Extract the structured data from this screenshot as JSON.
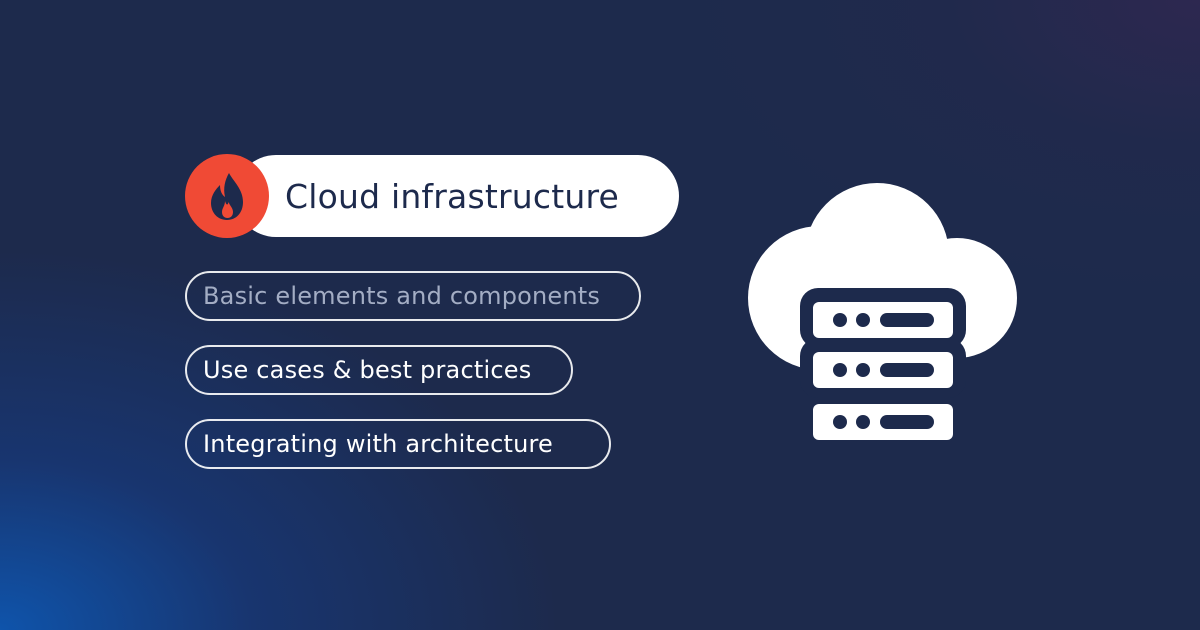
{
  "headline": {
    "text": "Cloud infrastructure",
    "badge_icon": "flame-icon",
    "badge_color": "#f04a35"
  },
  "topics": [
    {
      "label": "Basic elements and components"
    },
    {
      "label": "Use cases & best practices"
    },
    {
      "label": "Integrating with architecture"
    }
  ],
  "illustration": {
    "icon": "cloud-server-icon"
  },
  "colors": {
    "background": "#1d2a4c",
    "accent": "#f04a35",
    "foreground": "#ffffff",
    "muted_text": "#a3adc4"
  }
}
